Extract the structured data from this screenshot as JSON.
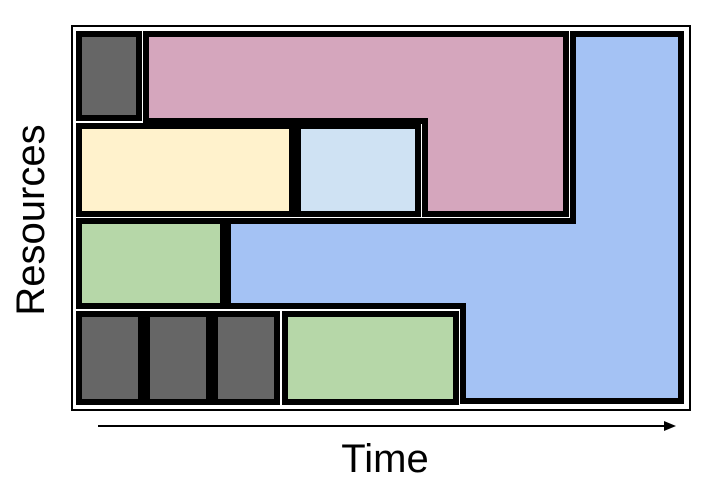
{
  "labels": {
    "y_axis": "Resources",
    "x_axis": "Time"
  },
  "colors": {
    "dark_gray": "#666666",
    "pink": "#d5a6bd",
    "blue": "#a4c2f4",
    "light_yellow": "#fff2cc",
    "light_blue": "#cfe2f3",
    "green": "#b6d7a8",
    "border": "#000000",
    "frame": "#000000",
    "background": "#ffffff"
  },
  "blocks": [
    {
      "id": "gray-top",
      "color": "dark_gray"
    },
    {
      "id": "pink-l",
      "color": "pink"
    },
    {
      "id": "blue-l",
      "color": "blue"
    },
    {
      "id": "yellow",
      "color": "light_yellow"
    },
    {
      "id": "light-blue",
      "color": "light_blue"
    },
    {
      "id": "green-mid",
      "color": "green"
    },
    {
      "id": "gray-bottom-1",
      "color": "dark_gray"
    },
    {
      "id": "gray-bottom-2",
      "color": "dark_gray"
    },
    {
      "id": "gray-bottom-3",
      "color": "dark_gray"
    },
    {
      "id": "green-bottom",
      "color": "green"
    }
  ]
}
